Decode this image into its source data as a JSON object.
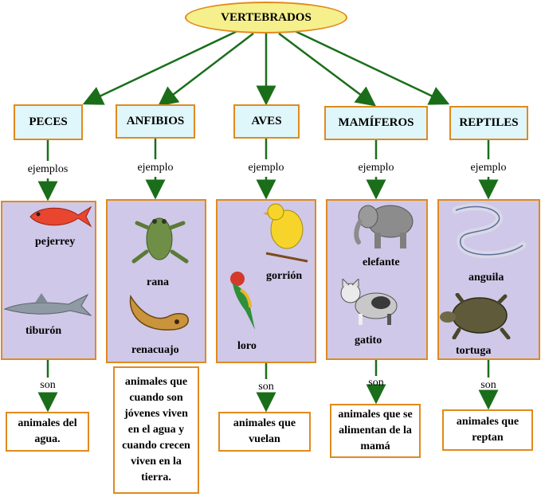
{
  "root": "VERTEBRADOS",
  "categories": [
    {
      "label": "PECES",
      "link": "ejemplos",
      "examples": [
        "pejerrey",
        "tiburón"
      ],
      "relation": "son",
      "description": "animales del agua."
    },
    {
      "label": "ANFIBIOS",
      "link": "ejemplo",
      "examples": [
        "rana",
        "renacuajo"
      ],
      "relation": "",
      "description": "animales que cuando son jóvenes viven en el agua y cuando crecen viven en la tierra."
    },
    {
      "label": "AVES",
      "link": "ejemplo",
      "examples": [
        "gorrión",
        "loro"
      ],
      "relation": "son",
      "description": "animales que vuelan"
    },
    {
      "label": "MAMÍFEROS",
      "link": "ejemplo",
      "examples": [
        "elefante",
        "gatito"
      ],
      "relation": "son",
      "description": "animales que se alimentan de la mamá"
    },
    {
      "label": "REPTILES",
      "link": "ejemplo",
      "examples": [
        "anguila",
        "tortuga"
      ],
      "relation": "son",
      "description": "animales que reptan"
    }
  ],
  "colors": {
    "arrow": "#1a6e1a",
    "border": "#e08a1e",
    "root_fill": "#f6f08c",
    "category_fill": "#dff6fa",
    "panel_fill": "#cfc8e8"
  }
}
